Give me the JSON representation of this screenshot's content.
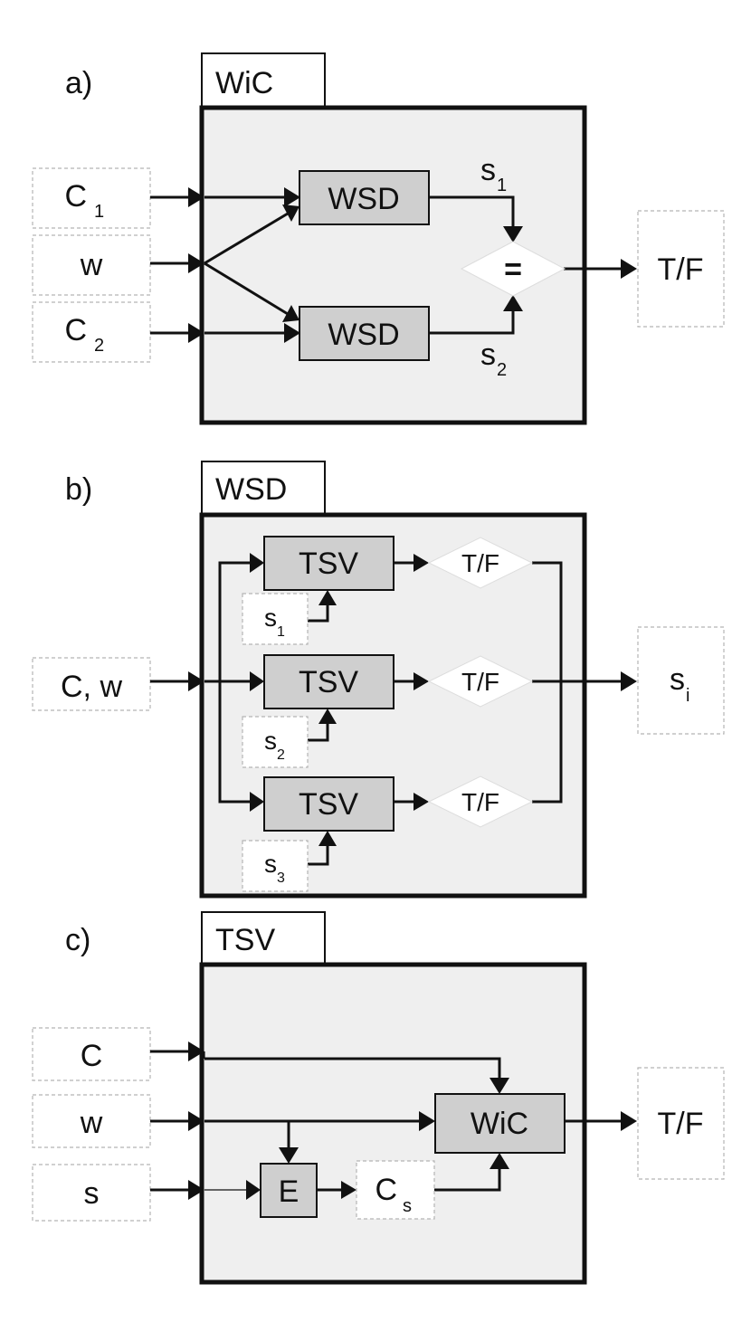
{
  "panel_a": {
    "label": "a)",
    "tab": "WiC",
    "inputs": {
      "c1": {
        "main": "C",
        "sub": "1"
      },
      "w": "w",
      "c2": {
        "main": "C",
        "sub": "2"
      }
    },
    "block_top": "WSD",
    "block_bottom": "WSD",
    "s1": {
      "main": "s",
      "sub": "1"
    },
    "s2": {
      "main": "s",
      "sub": "2"
    },
    "compare": "=",
    "output": "T/F"
  },
  "panel_b": {
    "label": "b)",
    "tab": "WSD",
    "input": "C, w",
    "blocks": [
      {
        "label": "TSV",
        "decision": "T/F",
        "sense": {
          "main": "s",
          "sub": "1"
        }
      },
      {
        "label": "TSV",
        "decision": "T/F",
        "sense": {
          "main": "s",
          "sub": "2"
        }
      },
      {
        "label": "TSV",
        "decision": "T/F",
        "sense": {
          "main": "s",
          "sub": "3"
        }
      }
    ],
    "output": {
      "main": "s",
      "sub": "i"
    }
  },
  "panel_c": {
    "label": "c)",
    "tab": "TSV",
    "inputs": {
      "c": "C",
      "w": "w",
      "s": "s"
    },
    "encoder": "E",
    "cs": {
      "main": "C",
      "sub": "s"
    },
    "block": "WiC",
    "output": "T/F"
  }
}
